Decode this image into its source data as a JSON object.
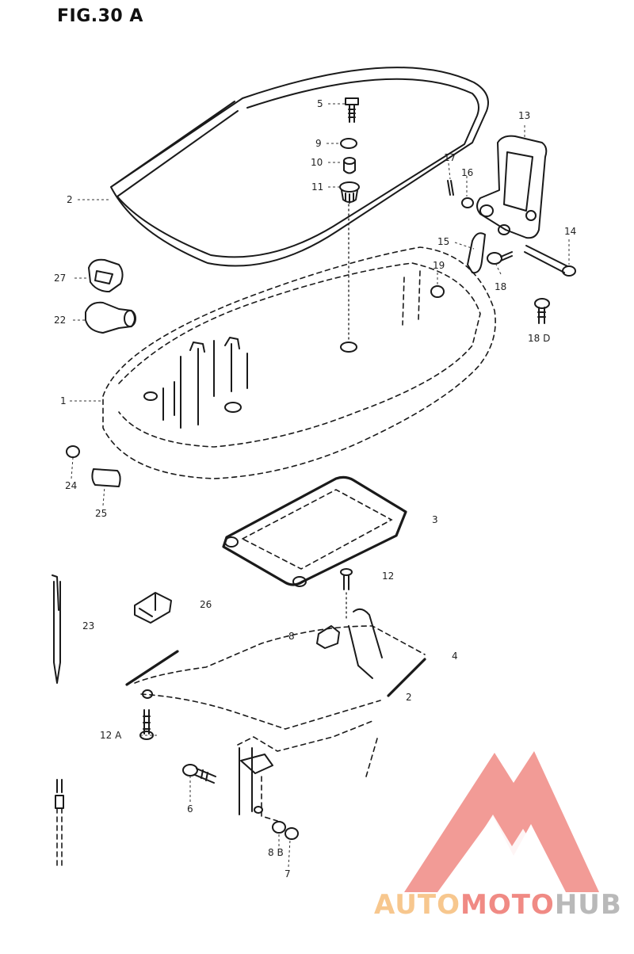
{
  "figure": {
    "title": "FIG.30 A"
  },
  "callouts": {
    "c5": "5",
    "c9": "9",
    "c10": "10",
    "c11": "11",
    "c2": "2",
    "c13": "13",
    "c17": "17",
    "c16": "16",
    "c14": "14",
    "c15": "15",
    "c19": "19",
    "c18": "18",
    "c27": "27",
    "c22": "22",
    "c18d": "18 D",
    "c1": "1",
    "c24": "24",
    "c25": "25",
    "c3": "3",
    "c12": "12",
    "c23": "23",
    "c26": "26",
    "c8": "8",
    "c4": "4",
    "c2b": "2",
    "c12a": "12 A",
    "c6": "6",
    "c8b": "8 B",
    "c7": "7"
  },
  "watermark": {
    "part1": "AUTO",
    "part2": "MOTO",
    "part3": "HUB",
    "color_logo": "#f08a84",
    "color_auto": "#f7c78e",
    "color_moto": "#f08a84",
    "color_hub": "#b9b9b9"
  }
}
